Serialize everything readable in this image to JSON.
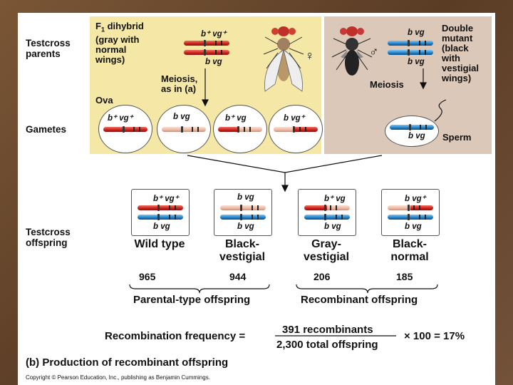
{
  "side_labels": {
    "testcross_parents": [
      "Testcross",
      "parents"
    ],
    "gametes": "Gametes",
    "testcross_offspring": [
      "Testcross",
      "offspring"
    ]
  },
  "female": {
    "title": "F",
    "title_sub": "1",
    "title_rest": " dihybrid",
    "desc": [
      "(gray with",
      "normal",
      "wings)"
    ],
    "top_alleles": "b⁺ vg⁺",
    "bottom_alleles": "b   vg",
    "symbol": "♀"
  },
  "meiosis_a": [
    "Meiosis,",
    "as in (a)"
  ],
  "ova_label": "Ova",
  "ova": [
    {
      "alleles": "b⁺ vg⁺"
    },
    {
      "alleles": "b   vg"
    },
    {
      "alleles": "b⁺  vg"
    },
    {
      "alleles": "b   vg⁺"
    }
  ],
  "male": {
    "symbol": "♂",
    "top_alleles": "b  vg",
    "bottom_alleles": "b  vg",
    "desc": [
      "Double",
      "mutant",
      "(black",
      "with",
      "vestigial",
      "wings)"
    ]
  },
  "meiosis_b": "Meiosis",
  "sperm": {
    "alleles": "b  vg",
    "label": "Sperm"
  },
  "offspring": [
    {
      "top": "b⁺ vg⁺",
      "bottom": "b   vg",
      "name": [
        "Wild type"
      ],
      "count": "965"
    },
    {
      "top": "b    vg",
      "bottom": "b   vg",
      "name": [
        "Black-",
        "vestigial"
      ],
      "count": "944"
    },
    {
      "top": "b⁺  vg",
      "bottom": "b   vg",
      "name": [
        "Gray-",
        "vestigial"
      ],
      "count": "206"
    },
    {
      "top": "b   vg⁺",
      "bottom": "b   vg",
      "name": [
        "Black-",
        "normal"
      ],
      "count": "185"
    }
  ],
  "groups": {
    "parental": "Parental-type offspring",
    "recombinant": "Recombinant offspring"
  },
  "formula": {
    "label": "Recombination frequency =",
    "numerator": "391 recombinants",
    "denominator": "2,300 total offspring",
    "result": "× 100 = 17%"
  },
  "caption": "(b) Production of recombinant offspring",
  "copyright": "Copyright © Pearson Education, Inc., publishing as Benjamin Cummings.",
  "colors": {
    "red": "#c8201a",
    "blue": "#1f7fc8",
    "pink": "#eab7a2",
    "panel_left": "#f5e8a6",
    "panel_right": "#dcc8b8"
  }
}
